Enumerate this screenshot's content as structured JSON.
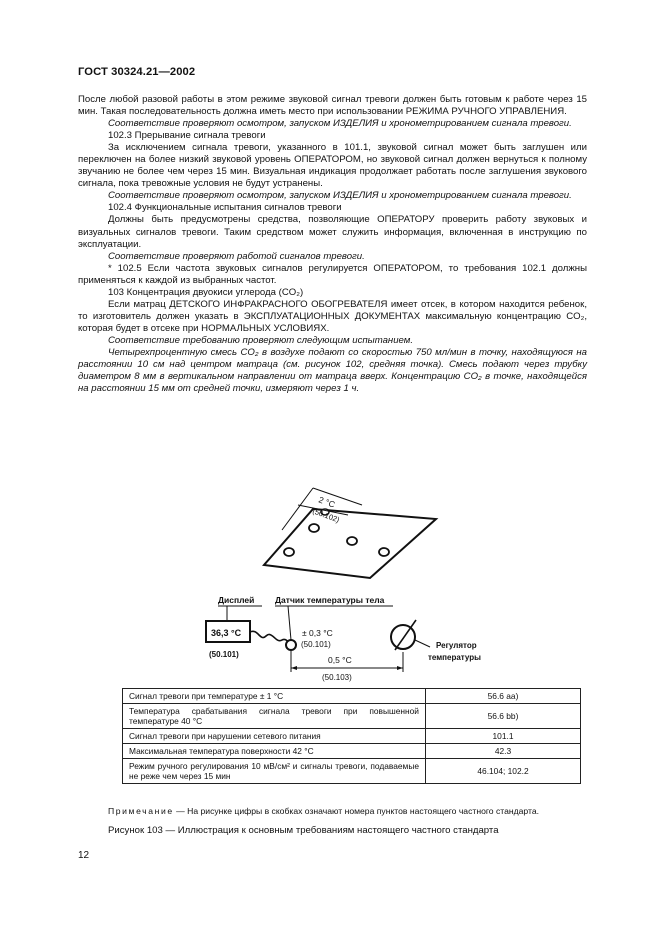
{
  "header": "ГОСТ 30324.21—2002",
  "paragraphs": [
    {
      "text": "После любой разовой работы в этом режиме звуковой сигнал тревоги должен быть готовым к работе через 15 мин. Такая последовательность должна иметь место при использовании РЕЖИМА РУЧНОГО УПРАВЛЕНИЯ.",
      "style": "plain"
    },
    {
      "text": "Соответствие проверяют осмотром, запуском ИЗДЕЛИЯ и хронометрированием сигнала тревоги.",
      "style": "italic"
    },
    {
      "text": "102.3  Прерывание сигнала тревоги",
      "style": "indent"
    },
    {
      "text": "За исключением сигнала тревоги, указанного в 101.1, звуковой сигнал может быть заглушен или переключен на более низкий звуковой уровень ОПЕРАТОРОМ, но звуковой сигнал должен вернуться к полному звучанию не более чем через 15 мин. Визуальная индикация продолжает работать после заглушения звукового сигнала, пока тревожные условия не будут устранены.",
      "style": "indent"
    },
    {
      "text": "Соответствие проверяют осмотром, запуском ИЗДЕЛИЯ и хронометрированием сигнала тревоги.",
      "style": "italic"
    },
    {
      "text": "102.4  Функциональные испытания сигналов тревоги",
      "style": "indent"
    },
    {
      "text": "Должны быть предусмотрены средства, позволяющие ОПЕРАТОРУ проверить работу звуковых и визуальных сигналов тревоги. Таким средством может служить информация, включенная в инструкцию по эксплуатации.",
      "style": "indent"
    },
    {
      "text": "Соответствие проверяют работой сигналов тревоги.",
      "style": "italic"
    },
    {
      "text": "* 102.5  Если частота звуковых сигналов регулируется ОПЕРАТОРОМ, то требования 102.1 должны применяться к каждой из выбранных частот.",
      "style": "indent"
    },
    {
      "text": "103  Концентрация двуокиси углерода (CO₂)",
      "style": "indent"
    },
    {
      "text": "Если матрац ДЕТСКОГО ИНФРАКРАСНОГО ОБОГРЕВАТЕЛЯ имеет отсек, в котором находится ребенок, то изготовитель должен указать в ЭКСПЛУАТАЦИОННЫХ ДОКУМЕНТАХ максимальную концентрацию CO₂, которая будет в отсеке при НОРМАЛЬНЫХ УСЛОВИЯХ.",
      "style": "indent"
    },
    {
      "text": "Соответствие требованию проверяют следующим испытанием.",
      "style": "italic"
    },
    {
      "text": "Четырехпроцентную смесь CO₂ в воздухе подают со скоростью 750 мл/мин в точку, находящуюся на расстоянии 10 см над центром матраца (см. рисунок 102, средняя точка). Смесь подают через трубку диаметром 8 мм в вертикальном направлении от матраца вверх. Концентрацию CO₂ в точке, находящейся на расстоянии 15 мм от средней точки, измеряют через 1 ч.",
      "style": "italic"
    }
  ],
  "figure": {
    "dim_top": "2 °C",
    "dim_top_ref": "(50.102)",
    "display_label": "Дисплей",
    "display_value": "36,3 °C",
    "display_ref": "(50.101)",
    "sensor_label": "Датчик температуры тела",
    "sensor_tol": "± 0,3 °C",
    "sensor_ref": "(50.101)",
    "bottom_dim": "0,5 °C",
    "bottom_ref": "(50.103)",
    "regulator_label1": "Регулятор",
    "regulator_label2": "температуры"
  },
  "table": [
    {
      "desc": "Сигнал тревоги при температуре ± 1 °С",
      "ref": "56.6 аа)"
    },
    {
      "desc": "Температура срабатывания сигнала тревоги при повышенной температуре 40 °С",
      "ref": "56.6 bb)"
    },
    {
      "desc": "Сигнал тревоги при нарушении сетевого питания",
      "ref": "101.1"
    },
    {
      "desc": "Максимальная температура поверхности 42 °С",
      "ref": "42.3"
    },
    {
      "desc": "Режим ручного регулирования 10 мВ/см² и сигналы тревоги, подаваемые не реже чем через 15 мин",
      "ref": "46.104; 102.2"
    }
  ],
  "note_label": "Примечание",
  "note_text": " — На рисунке цифры в скобках означают номера пунктов настоящего частного стандарта.",
  "caption": "Рисунок  103 — Иллюстрация к основным требованиям настоящего частного стандарта",
  "page_number": "12"
}
